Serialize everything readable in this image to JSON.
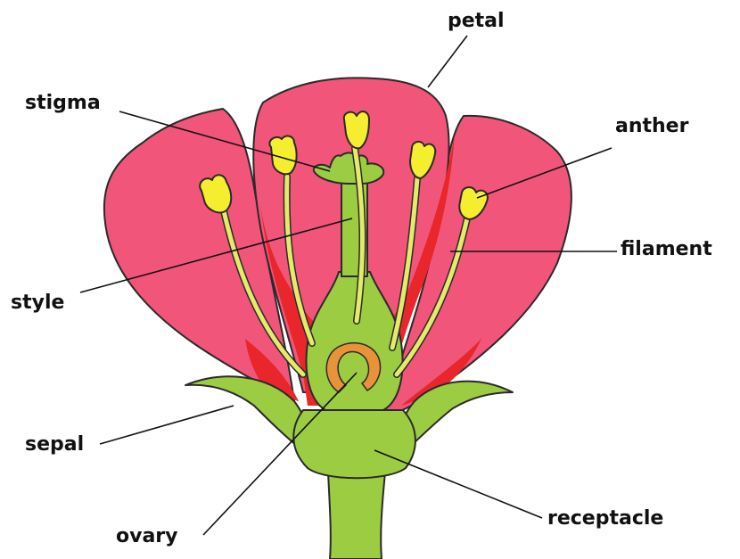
{
  "labels": {
    "petal": "petal",
    "stigma": "stigma",
    "anther": "anther",
    "filament": "filament",
    "style": "style",
    "sepal": "sepal",
    "ovary": "ovary",
    "receptacle": "receptacle"
  },
  "colors": {
    "petal": "#f2557a",
    "petal_inner": "#e8262b",
    "green": "#9ccc42",
    "green_dark": "#78b12e",
    "anther": "#f5ee2e",
    "filament": "#e4ea6a",
    "ovule": "#e8923a",
    "line": "#111111"
  }
}
